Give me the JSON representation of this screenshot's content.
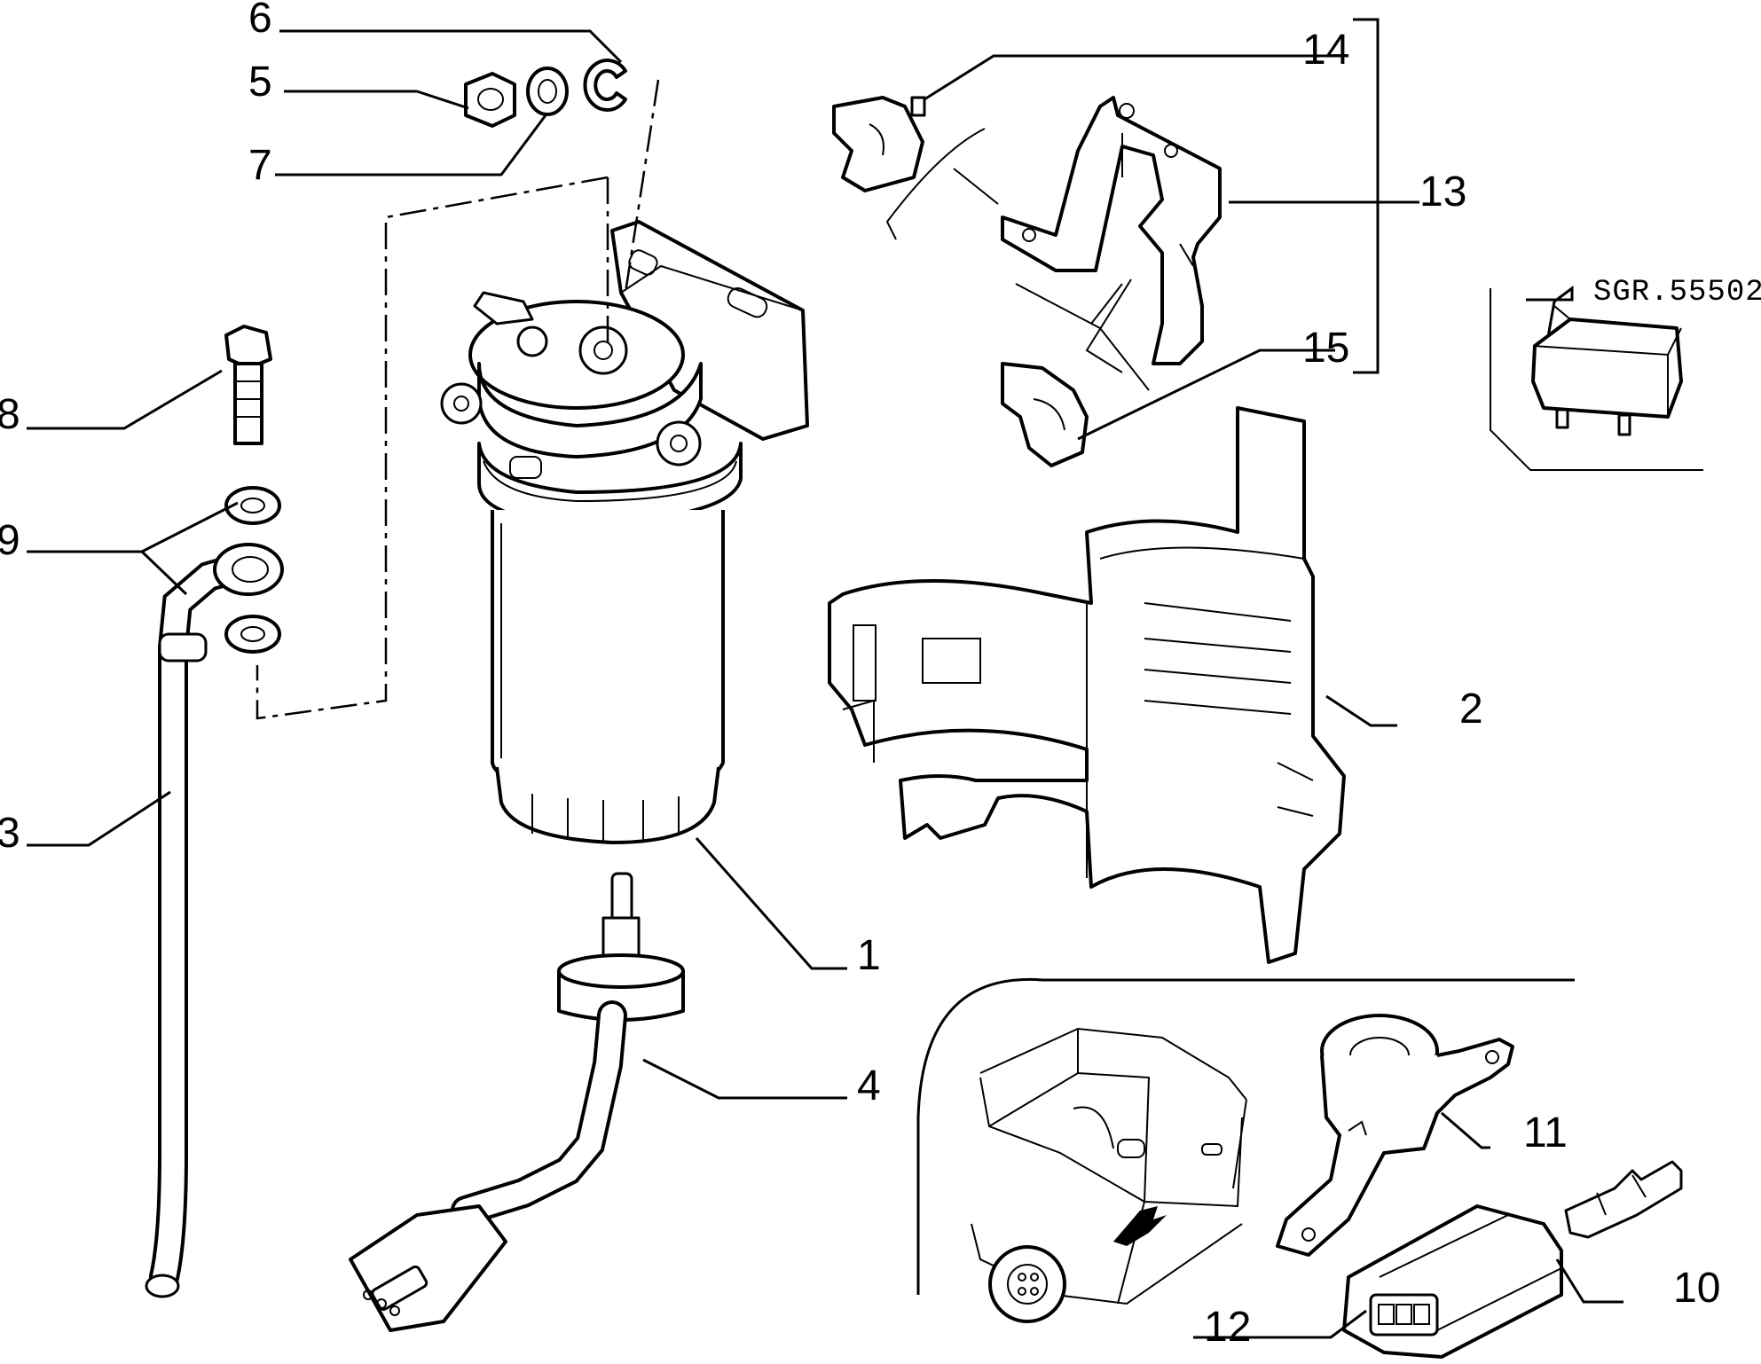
{
  "diagram": {
    "reference_code": "SGR.55502",
    "callouts": [
      "1",
      "2",
      "3",
      "4",
      "5",
      "6",
      "7",
      "8",
      "9",
      "10",
      "11",
      "12",
      "13",
      "14",
      "15"
    ]
  }
}
